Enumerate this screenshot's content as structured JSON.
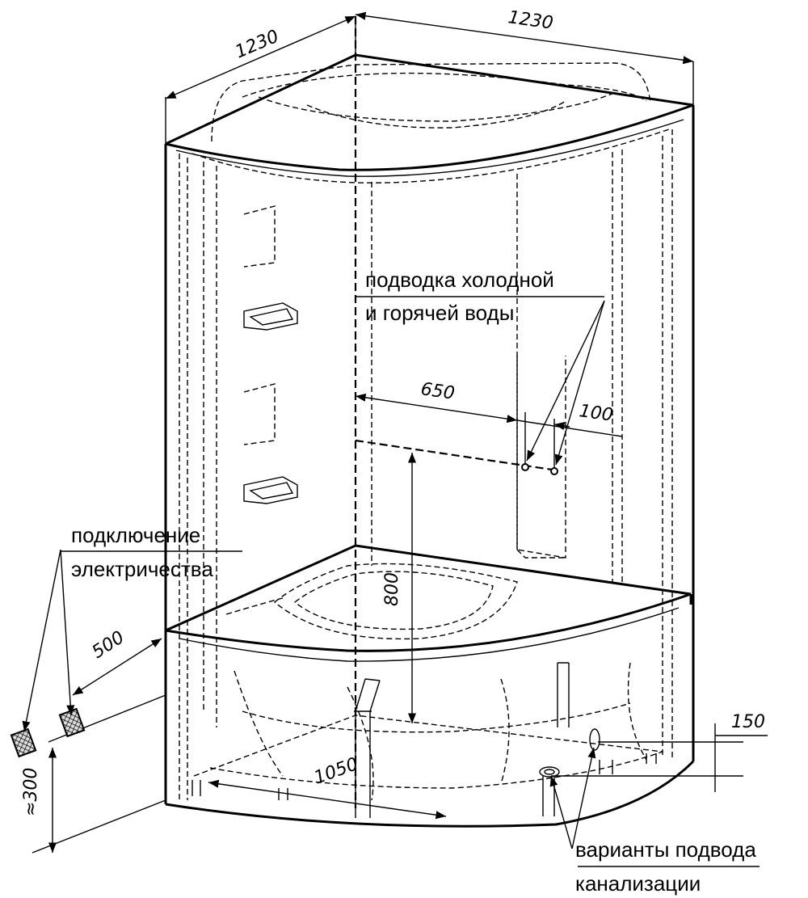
{
  "labels": {
    "water_line1": "подводка холодной",
    "water_line2": "и горячей воды",
    "electric_line1": "подключение",
    "electric_line2": "электричества",
    "drain_line1": "варианты подвода",
    "drain_line2": "канализации"
  },
  "dimensions": {
    "width_left": "1230",
    "width_right": "1230",
    "pipe_offset": "650",
    "pipe_spacing": "100",
    "pipe_height": "800",
    "socket_offset": "500",
    "socket_height": "≈300",
    "tub_depth": "1050",
    "drain_offset": "150"
  }
}
